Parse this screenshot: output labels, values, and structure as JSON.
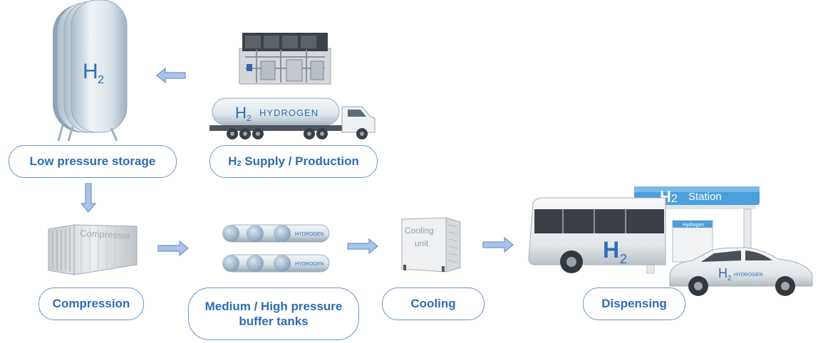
{
  "labels": {
    "low_pressure_storage": "Low pressure storage",
    "supply_h": "H",
    "supply_sub": "2",
    "supply_rest": " Supply / Production",
    "compression": "Compression",
    "buffer_line1": "Medium / High pressure",
    "buffer_line2": "buffer tanks",
    "cooling": "Cooling",
    "dispensing": "Dispensing"
  },
  "illustrations": {
    "storage_tank_text": "H",
    "storage_tank_sub": "2",
    "truck_text": "H",
    "truck_sub": "2",
    "truck_word": "HYDROGEN",
    "container_text": "Compressor",
    "buffer_tank_word": "HYDROGEN",
    "cooling_line1": "Cooling",
    "cooling_line2": "unit",
    "station_text": "H",
    "station_sub": "2",
    "station_word": "Station",
    "dispenser_word": "Hydrogen",
    "bus_text": "H",
    "bus_sub": "2",
    "car_text": "H",
    "car_sub": "2",
    "car_word": "HYDROGEN"
  },
  "colors": {
    "label_text": "#2d6db5",
    "label_border": "#6e96c4",
    "arrow_fill": "#a9c4e6",
    "arrow_stroke": "#6f95c6",
    "station_sign": "#4a9fdc"
  }
}
